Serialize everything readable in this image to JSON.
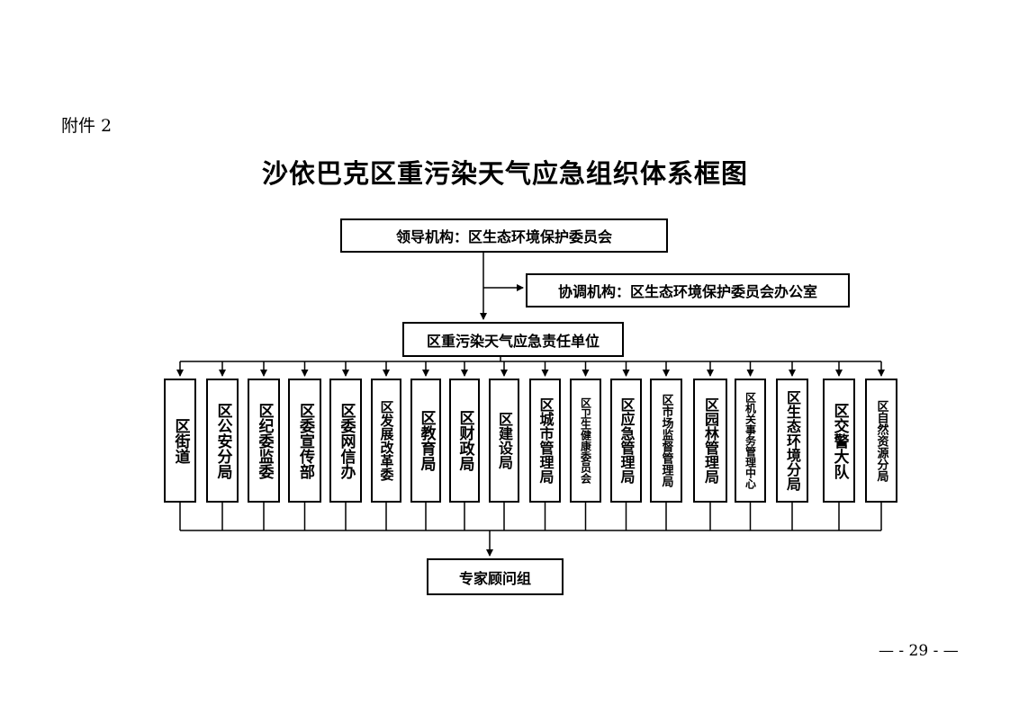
{
  "attachment_label": "附件 2",
  "title": "沙依巴克区重污染天气应急组织体系框图",
  "leader": "领导机构：区生态环境保护委员会",
  "coordinator": "协调机构：区生态环境保护委员会办公室",
  "responsible": "区重污染天气应急责任单位",
  "units": [
    "区街道",
    "区公安分局",
    "区纪委监委",
    "区委宣传部",
    "区委网信办",
    "区发展改革委",
    "区教育局",
    "区财政局",
    "区建设局",
    "区城市管理局",
    "区卫生健康委员会",
    "区应急管理局",
    "区市场监督管理局",
    "区园林管理局",
    "区机关事务管理中心",
    "区生态环境分局",
    "区交警大队",
    "区自然资源分局"
  ],
  "expert": "专家顾问组",
  "page_number": "— - 29 - —"
}
